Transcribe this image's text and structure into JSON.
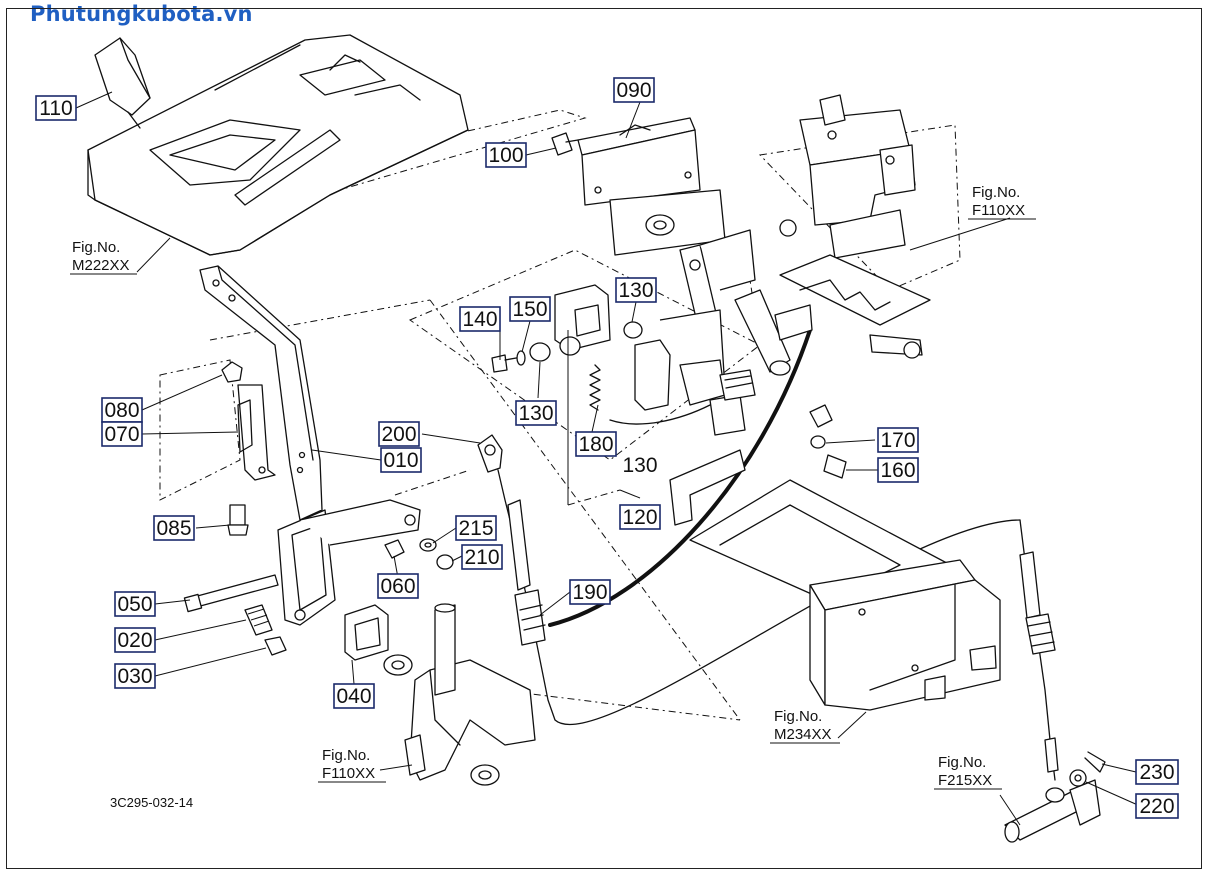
{
  "page": {
    "brand": "Phutungkubota.vn",
    "drawing_code": "3C295-032-14"
  },
  "parts": [
    {
      "id": "110",
      "label": "110"
    },
    {
      "id": "090",
      "label": "090"
    },
    {
      "id": "100",
      "label": "100"
    },
    {
      "id": "140",
      "label": "140"
    },
    {
      "id": "150",
      "label": "150"
    },
    {
      "id": "130a",
      "label": "130"
    },
    {
      "id": "130b",
      "label": "130"
    },
    {
      "id": "130c",
      "label": "130"
    },
    {
      "id": "180",
      "label": "180"
    },
    {
      "id": "120",
      "label": "120"
    },
    {
      "id": "170",
      "label": "170"
    },
    {
      "id": "160",
      "label": "160"
    },
    {
      "id": "080",
      "label": "080"
    },
    {
      "id": "070",
      "label": "070"
    },
    {
      "id": "200",
      "label": "200"
    },
    {
      "id": "010",
      "label": "010"
    },
    {
      "id": "085",
      "label": "085"
    },
    {
      "id": "215",
      "label": "215"
    },
    {
      "id": "210",
      "label": "210"
    },
    {
      "id": "060",
      "label": "060"
    },
    {
      "id": "190",
      "label": "190"
    },
    {
      "id": "050",
      "label": "050"
    },
    {
      "id": "020",
      "label": "020"
    },
    {
      "id": "030",
      "label": "030"
    },
    {
      "id": "040",
      "label": "040"
    },
    {
      "id": "230",
      "label": "230"
    },
    {
      "id": "220",
      "label": "220"
    }
  ],
  "figure_refs": [
    {
      "id": "m222",
      "line1": "Fig.No.",
      "line2": "M222XX"
    },
    {
      "id": "f110a",
      "line1": "Fig.No.",
      "line2": "F110XX"
    },
    {
      "id": "f110b",
      "line1": "Fig.No.",
      "line2": "F110XX"
    },
    {
      "id": "m234",
      "line1": "Fig.No.",
      "line2": "M234XX"
    },
    {
      "id": "f215",
      "line1": "Fig.No.",
      "line2": "F215XX"
    }
  ],
  "colors": {
    "brand": "#1f5fc2",
    "label_box_border": "#1b2a6b",
    "line": "#111111"
  }
}
